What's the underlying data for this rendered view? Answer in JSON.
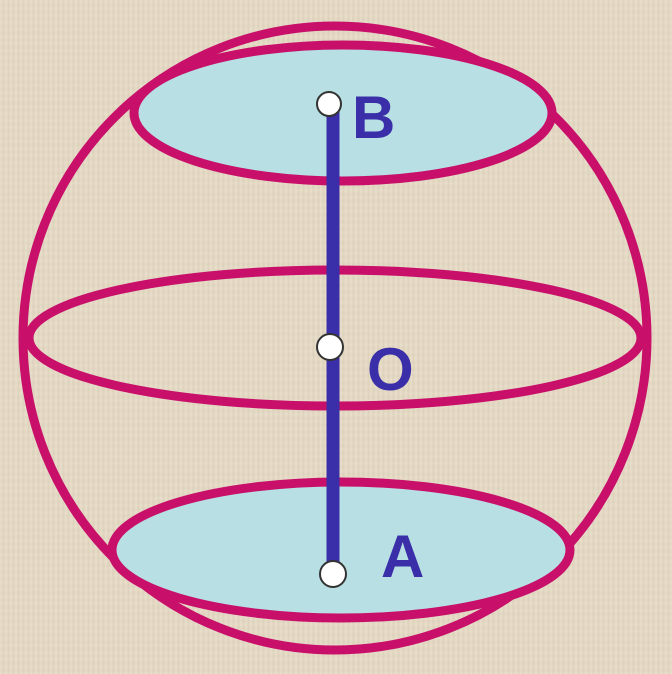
{
  "colors": {
    "sphere_stroke": "#c8106a",
    "section_fill": "#b8e0e4",
    "axis": "#3a2fa8",
    "label": "#3a2fa8",
    "point_fill": "#ffffff",
    "point_stroke": "#333333",
    "background": "#e6dac4"
  },
  "labels": {
    "top_point": "B",
    "center_point": "O",
    "bottom_point": "A"
  }
}
